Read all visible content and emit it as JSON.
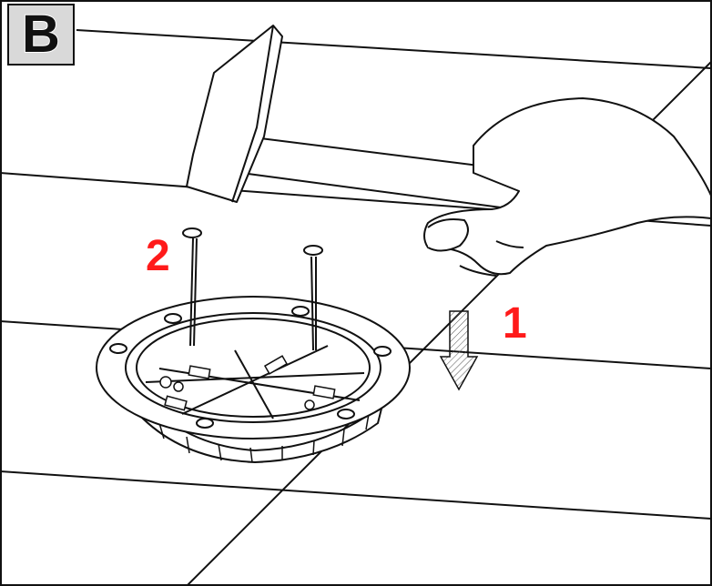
{
  "panel": {
    "label": "B",
    "steps": [
      {
        "number": "2"
      },
      {
        "number": "1"
      }
    ]
  },
  "colors": {
    "line": "#111111",
    "step_number": "#ff1a1a",
    "badge_fill": "#d9d9d9",
    "arrow_fill": "#e6e6e6"
  },
  "icons": [
    "hammer-icon",
    "hand-icon",
    "nail-icon",
    "pedestal-base-icon",
    "down-arrow-icon"
  ]
}
